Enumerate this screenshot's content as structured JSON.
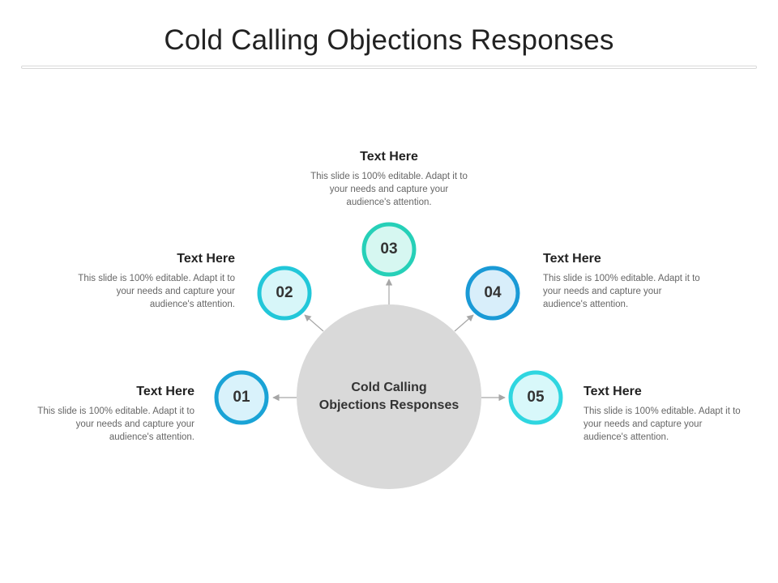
{
  "title": "Cold Calling Objections Responses",
  "center": {
    "line1": "Cold Calling",
    "line2": "Objections Responses"
  },
  "items": [
    {
      "number": "01",
      "heading": "Text Here",
      "body": "This slide is 100% editable. Adapt it to your needs and capture your audience's attention.",
      "ring_color": "#1aa3d6",
      "fill_color": "#d9f2fb"
    },
    {
      "number": "02",
      "heading": "Text Here",
      "body": "This slide is 100% editable. Adapt it to your needs and capture your audience's attention.",
      "ring_color": "#22c7d9",
      "fill_color": "#d7f6f9"
    },
    {
      "number": "03",
      "heading": "Text Here",
      "body": "This slide is 100% editable. Adapt it to your needs and capture your audience's attention.",
      "ring_color": "#26d0b8",
      "fill_color": "#d6f7f1"
    },
    {
      "number": "04",
      "heading": "Text Here",
      "body": "This slide is 100% editable. Adapt it to your needs and capture your audience's attention.",
      "ring_color": "#1a9ad6",
      "fill_color": "#d8eefa"
    },
    {
      "number": "05",
      "heading": "Text Here",
      "body": "This slide is 100% editable. Adapt it to your needs and capture your audience's attention.",
      "ring_color": "#2fd6e0",
      "fill_color": "#d8f8fa"
    }
  ],
  "colors": {
    "center_fill": "#d9d9d9",
    "arrow": "#a6a6a6"
  }
}
